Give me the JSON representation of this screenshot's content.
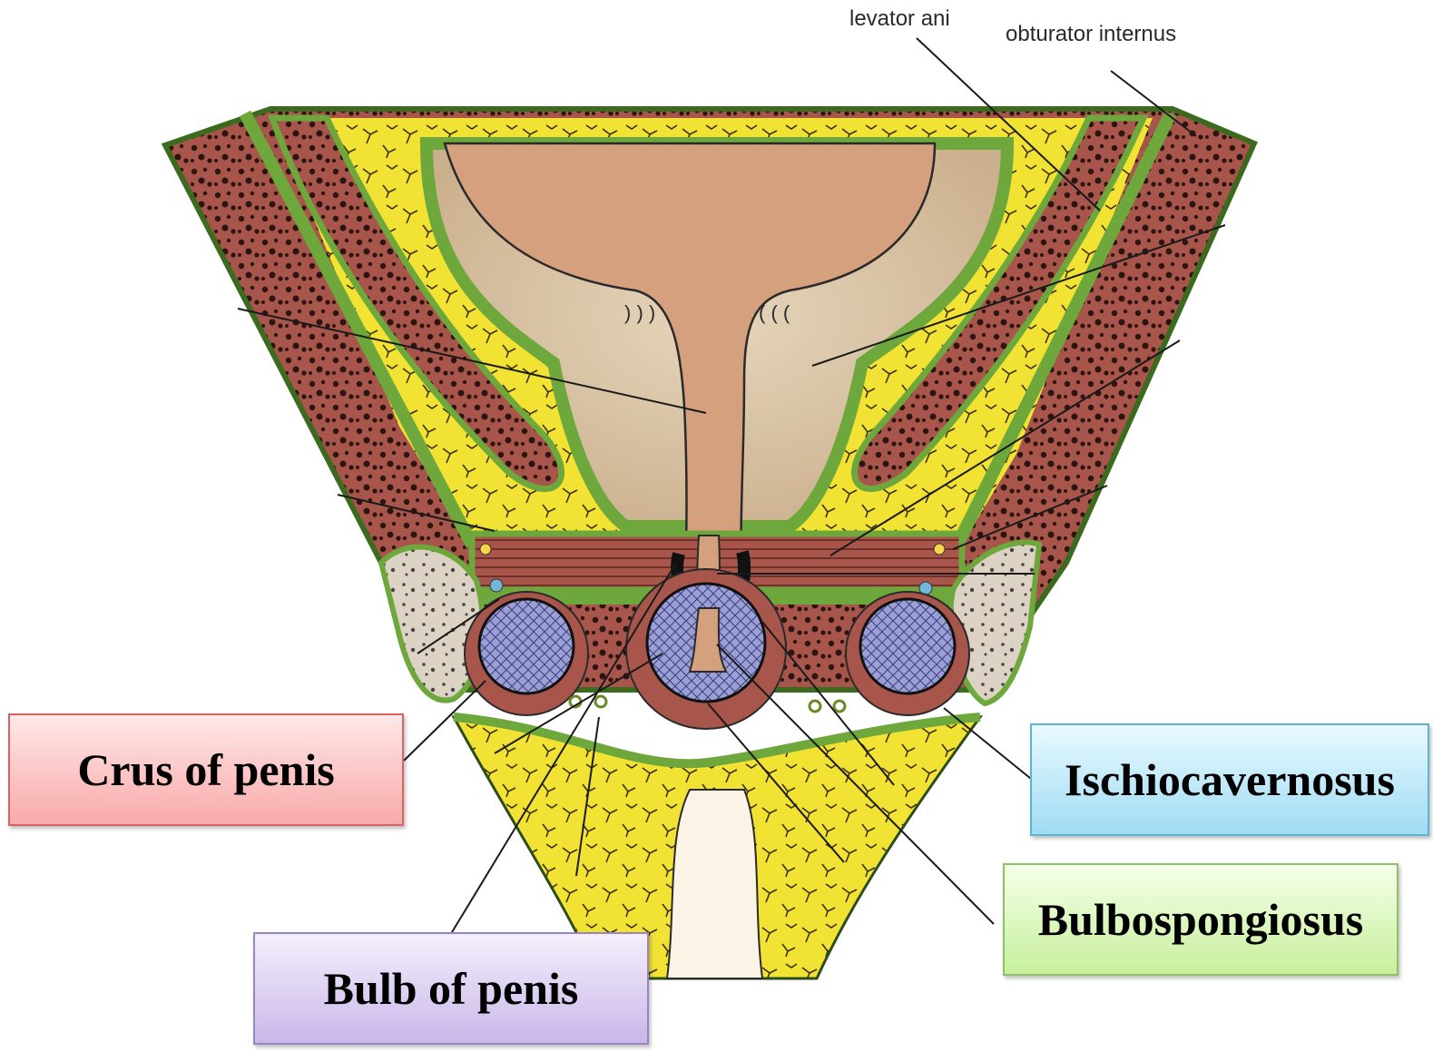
{
  "diagram": {
    "top_labels": {
      "levator_ani": "levator ani",
      "obturator_internus": "obturator internus"
    },
    "boxes": {
      "crus": "Crus of penis",
      "ischio": "Ischiocavernosus",
      "bulbo": "Bulbospongiosus",
      "bulb": "Bulb of penis"
    },
    "colors": {
      "muscle": "#a8554c",
      "fat": "#f2e233",
      "fascia": "#6ea83c",
      "prostate": "#dcc6a8",
      "lumen": "#d4a07e",
      "erectile": "#9aa0d6",
      "bone": "#ddd3c4"
    }
  }
}
